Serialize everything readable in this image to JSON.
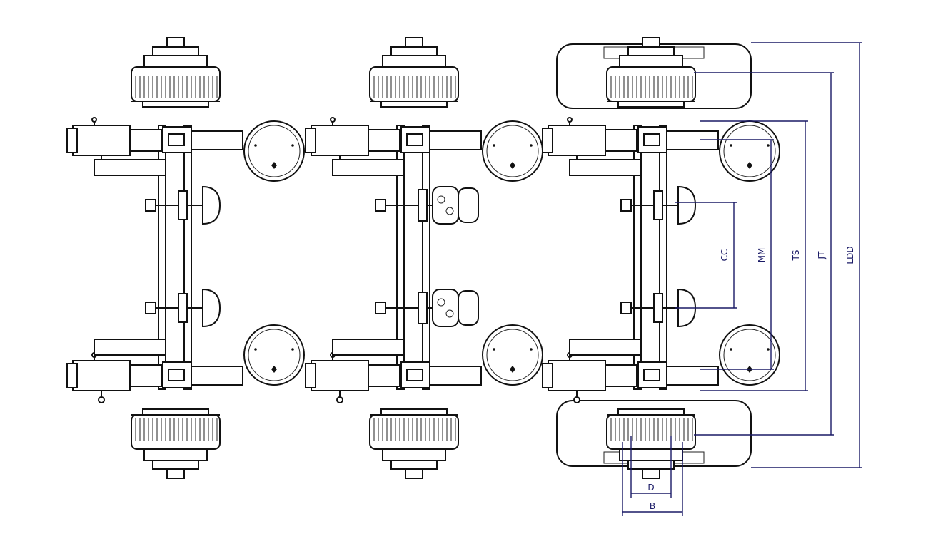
{
  "diagram": {
    "views": [
      "axle-view-drum-brake",
      "axle-view-double-brake-chamber",
      "axle-view-dimensioned-with-tyres"
    ],
    "dimensions": {
      "cc": "CC",
      "mm": "MM",
      "ts": "TS",
      "jt": "JT",
      "ldd": "LDD",
      "d": "D",
      "b": "B"
    },
    "colors": {
      "line": "#111111",
      "dimension": "#1a1a66",
      "background": "#ffffff"
    }
  }
}
